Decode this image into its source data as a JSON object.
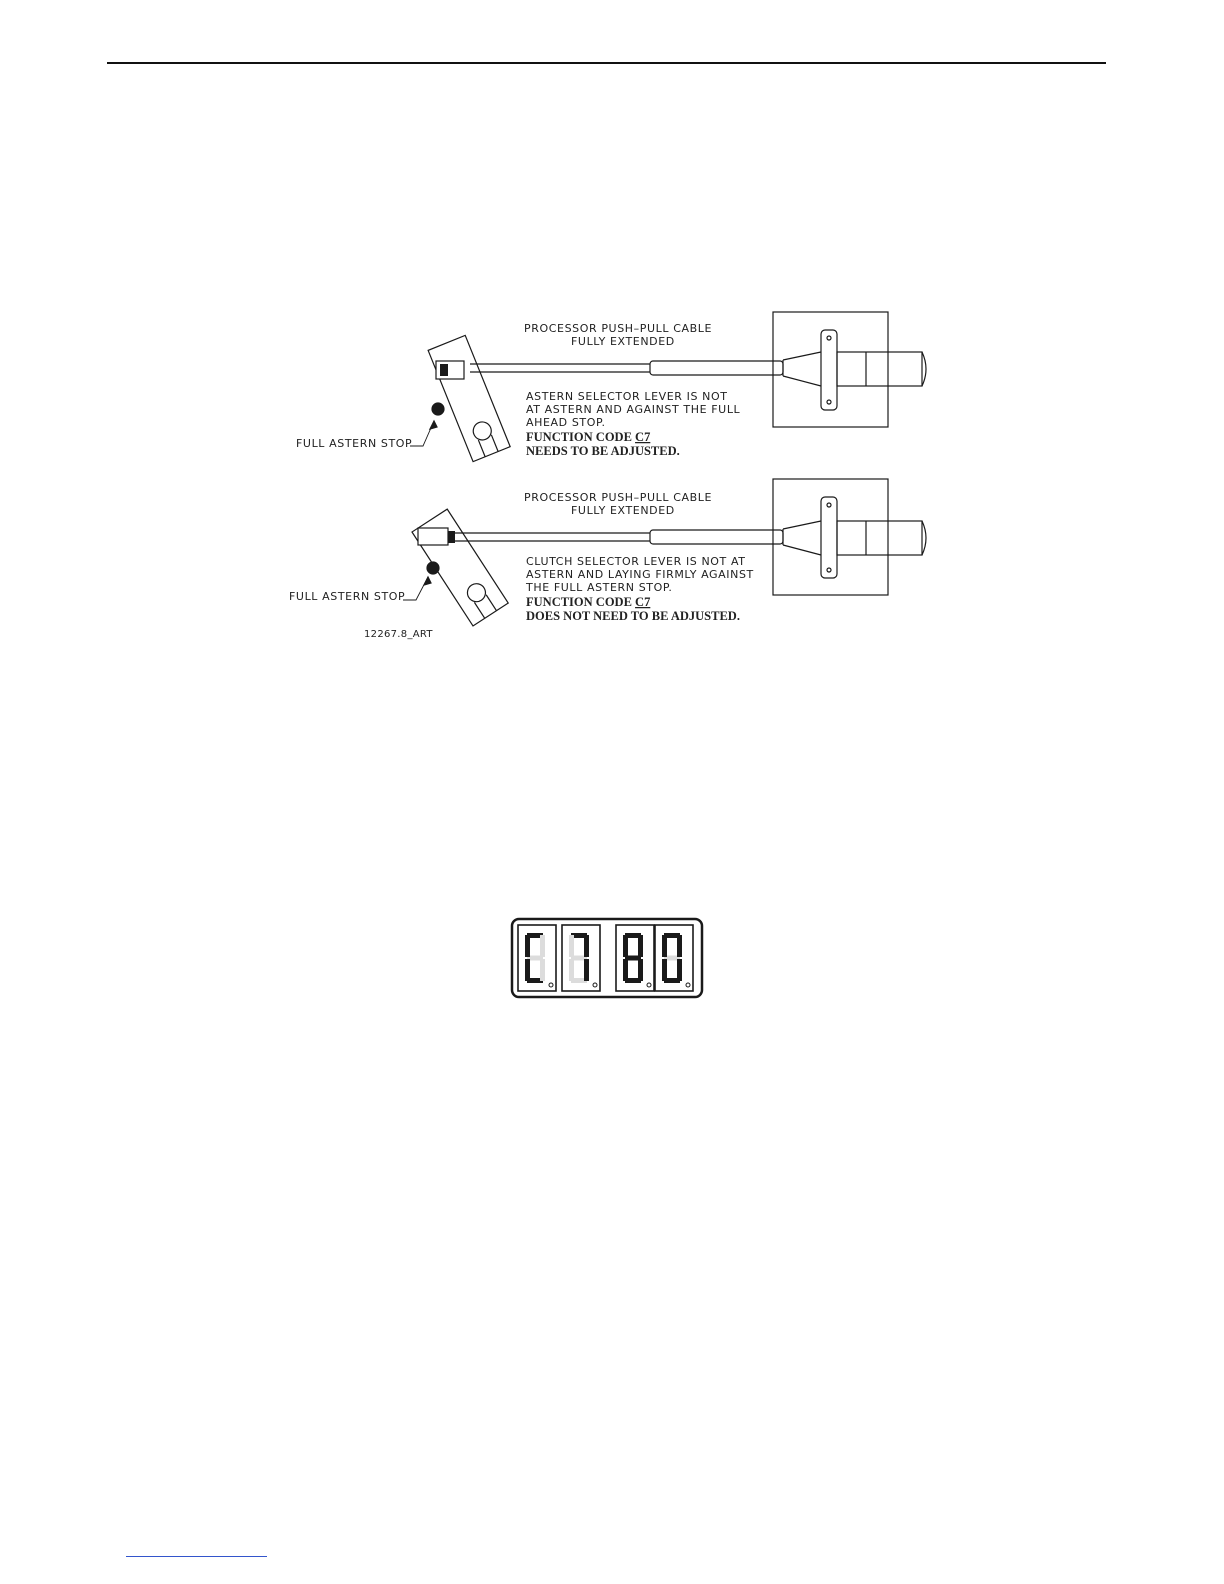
{
  "figure": {
    "top": {
      "cable_line1": "PROCESSOR PUSH–PULL CABLE",
      "cable_line2": "FULLY EXTENDED",
      "note_line1": "ASTERN SELECTOR LEVER IS NOT",
      "note_line2": "AT ASTERN AND AGAINST THE FULL",
      "note_line3": "AHEAD STOP.",
      "fc_prefix": "FUNCTION CODE ",
      "fc_code": "C7",
      "fc_line2": "NEEDS TO BE ADJUSTED.",
      "stop_label": "FULL ASTERN STOP"
    },
    "bottom": {
      "cable_line1": "PROCESSOR PUSH–PULL CABLE",
      "cable_line2": "FULLY EXTENDED",
      "note_line1": "CLUTCH SELECTOR LEVER IS NOT AT",
      "note_line2": "ASTERN AND LAYING FIRMLY AGAINST",
      "note_line3": "THE FULL ASTERN STOP.",
      "fc_prefix": "FUNCTION CODE ",
      "fc_code": "C7",
      "fc_line2": "DOES NOT NEED TO BE ADJUSTED.",
      "stop_label": "FULL ASTERN STOP"
    },
    "art_number": "12267.8_ART"
  },
  "display": {
    "digits": [
      "C",
      "7",
      "8",
      "0"
    ],
    "readout": "C7 80"
  },
  "colors": {
    "ink": "#1a1a1a",
    "segment_off": "#dcdcdc",
    "link": "#3355cc"
  }
}
